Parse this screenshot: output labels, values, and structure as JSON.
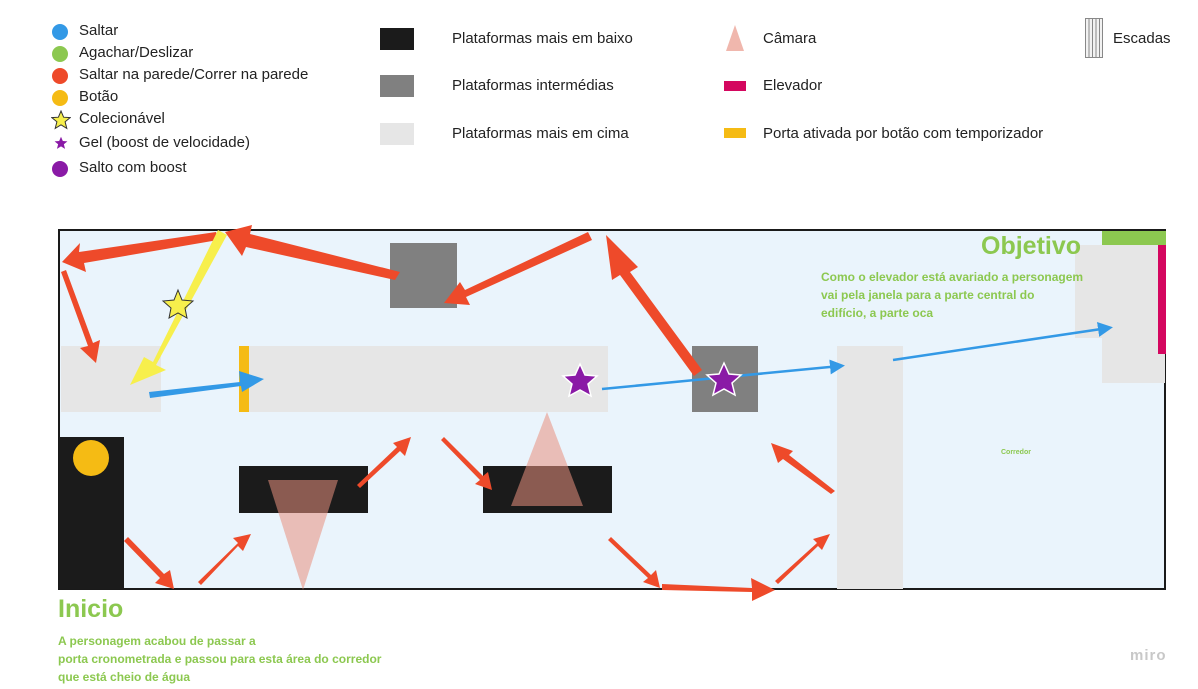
{
  "legend_left": [
    {
      "label": "Saltar",
      "color": "#3399e6",
      "icon": "circle-icon"
    },
    {
      "label": "Agachar/Deslizar",
      "color": "#8cc850",
      "icon": "circle-icon"
    },
    {
      "label": "Saltar na parede/Correr na parede",
      "color": "#ee4a2a",
      "icon": "circle-icon"
    },
    {
      "label": "Botão",
      "color": "#f5bb14",
      "icon": "circle-icon"
    },
    {
      "label": "Colecionável",
      "color": "#f7ef4c",
      "icon": "star-icon"
    },
    {
      "label": "Gel (boost de velocidade)",
      "color": "#8a1aa6",
      "icon": "small-star-icon"
    },
    {
      "label": "Salto com boost",
      "color": "#8a1aa6",
      "icon": "circle-icon"
    }
  ],
  "legend_platforms": [
    {
      "label": "Plataformas mais em baixo",
      "color": "#1b1b1b"
    },
    {
      "label": "Plataformas intermédias",
      "color": "#808080"
    },
    {
      "label": "Plataformas mais em cima",
      "color": "#e6e6e6"
    }
  ],
  "legend_misc": [
    {
      "label": "Câmara",
      "color": "#f0b7ad",
      "icon": "camera-triangle-icon"
    },
    {
      "label": "Elevador",
      "color": "#d4075f",
      "icon": "elevator-icon"
    },
    {
      "label": "Porta ativada por botão com temporizador",
      "color": "#f5bb14",
      "icon": "timed-door-icon"
    }
  ],
  "legend_stairs": {
    "label": "Escadas",
    "icon": "stairs-icon"
  },
  "goal": {
    "title": "Objetivo",
    "note_lines": [
      "Como o elevador está avariado a personagem",
      "vai pela janela para a parte central do",
      "edifício, a parte oca"
    ]
  },
  "start": {
    "title": "Inicio",
    "note_lines": [
      "A personagem acabou de passar a",
      "porta cronometrada e passou para esta área do corredor",
      "que está cheio de água"
    ]
  },
  "corridor_label": "Corredor",
  "watermark": "miro"
}
